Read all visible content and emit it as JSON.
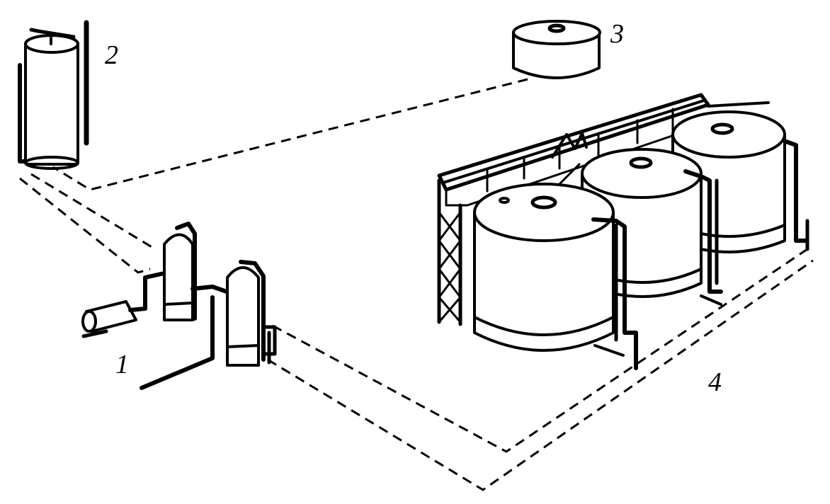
{
  "figure": {
    "labels": {
      "separators_group": "1",
      "vertical_tank": "2",
      "flat_tank": "3",
      "tank_farm": "4"
    },
    "colors": {
      "ink": "#000000",
      "background": "#ffffff"
    }
  }
}
